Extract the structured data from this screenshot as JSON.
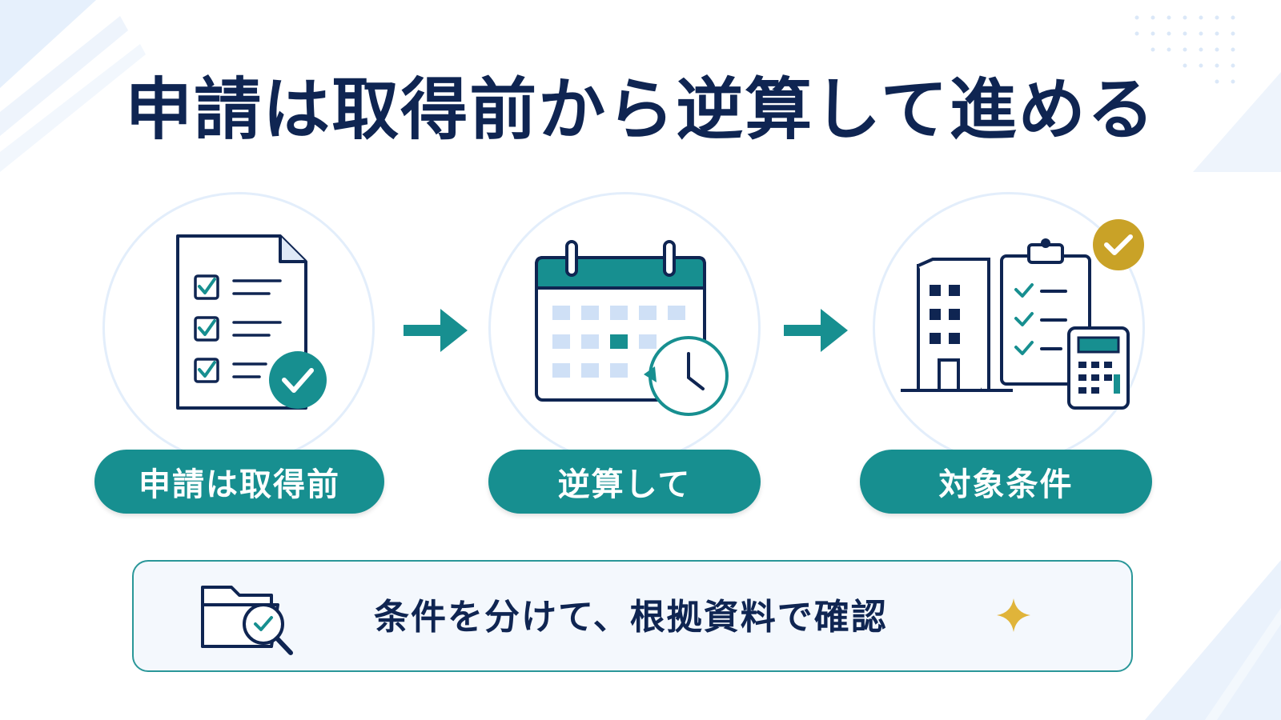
{
  "title": "申請は取得前から逆算して進める",
  "steps": [
    {
      "label": "申請は取得前",
      "icon": "checklist-document-icon"
    },
    {
      "label": "逆算して",
      "icon": "calendar-clock-icon"
    },
    {
      "label": "対象条件",
      "icon": "building-clipboard-calculator-icon"
    }
  ],
  "note": {
    "text": "条件を分けて、根拠資料で確認",
    "icon": "folder-search-icon",
    "accent_icon": "sparkle-icon"
  },
  "colors": {
    "navy": "#0f2552",
    "teal": "#178f90",
    "gold": "#c9a227",
    "light_blue": "#cfe0f6"
  }
}
